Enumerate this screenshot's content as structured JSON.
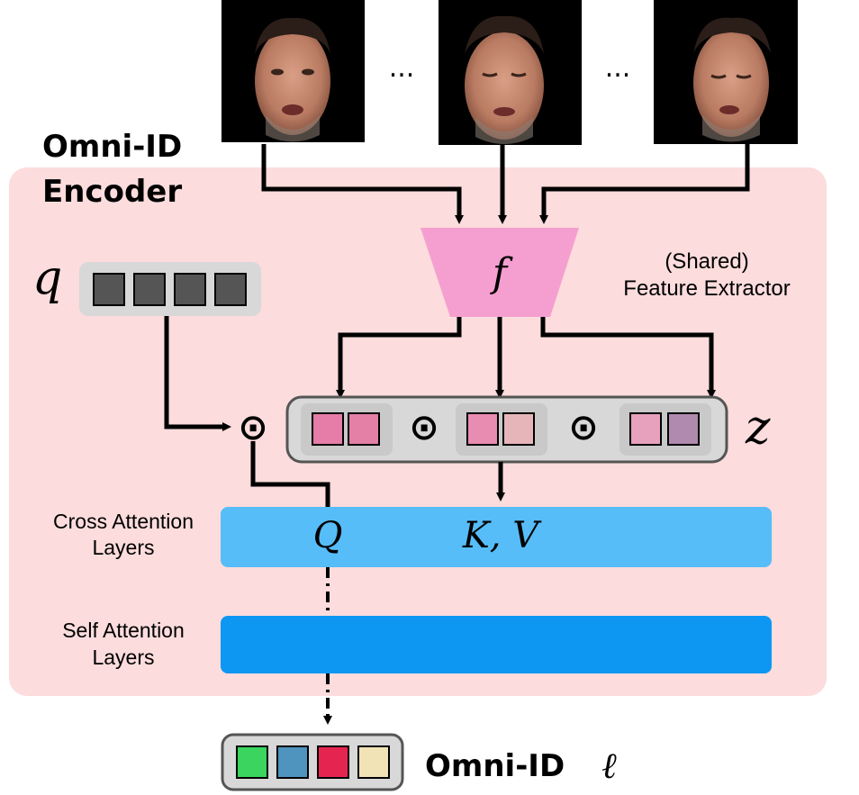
{
  "encoder_title_line1": "Omni-ID",
  "encoder_title_line2": "Encoder",
  "images_ellipsis": [
    "...",
    "..."
  ],
  "query_symbol": "q",
  "extractor_symbol": "f",
  "extractor_label_line1": "(Shared)",
  "extractor_label_line2": "Feature Extractor",
  "features_symbol": "z",
  "operator_symbol": "⊙",
  "cross_attention_label_line1": "Cross Attention",
  "cross_attention_label_line2": "Layers",
  "self_attention_label_line1": "Self Attention",
  "self_attention_label_line2": "Layers",
  "q_label": "Q",
  "kv_label": "K, V",
  "output_title": "Omni-ID",
  "output_symbol": "ℓ",
  "colors": {
    "encoder_bg": "#fcdcdc",
    "extractor": "#f59fd0",
    "cross_attention": "#56bdf8",
    "self_attention": "#0e97f2",
    "query_token": "#555555",
    "feature_group_bg": "#d8d8d8",
    "feature_tokens": [
      [
        "#e67da8",
        "#e47fa6"
      ],
      [
        "#e88cb2",
        "#e6b5ba"
      ],
      [
        "#e8a1bd",
        "#b18ab0"
      ]
    ],
    "output_tokens": [
      "#3ad45e",
      "#4e94bf",
      "#e5254f",
      "#f1e3b6"
    ]
  }
}
